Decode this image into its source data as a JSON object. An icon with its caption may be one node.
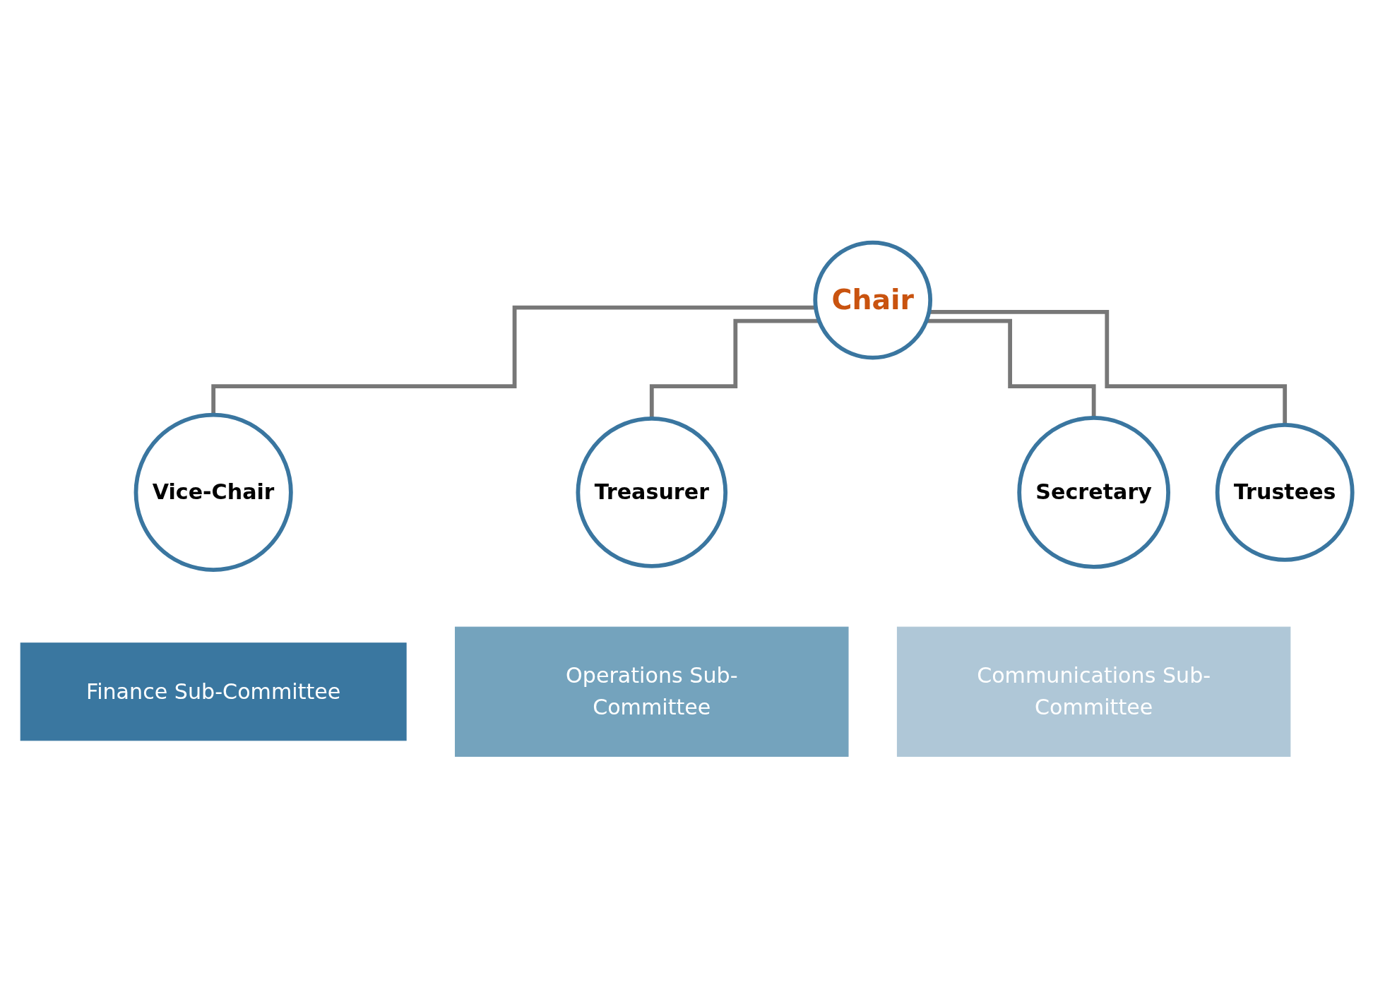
{
  "diagram": {
    "nodes": [
      {
        "text": [
          "Chair"
        ]
      },
      {
        "text": [
          "Vice-Chair"
        ]
      },
      {
        "text": [
          "Treasurer"
        ]
      },
      {
        "text": [
          "Secretary"
        ]
      },
      {
        "text": [
          "Trustees"
        ]
      },
      {
        "text": [
          "Finance Sub-Committee"
        ]
      },
      {
        "text": [
          "Operations Sub-Committee"
        ]
      },
      {
        "text": [
          "Communications Sub-Committee"
        ]
      }
    ],
    "edges": [
      {
        "from": 0,
        "to": 1,
        "arrow": "none"
      },
      {
        "from": 0,
        "to": 2,
        "arrow": "none"
      },
      {
        "from": 0,
        "to": 3,
        "arrow": "none"
      },
      {
        "from": 0,
        "to": 4,
        "arrow": "none"
      }
    ]
  }
}
